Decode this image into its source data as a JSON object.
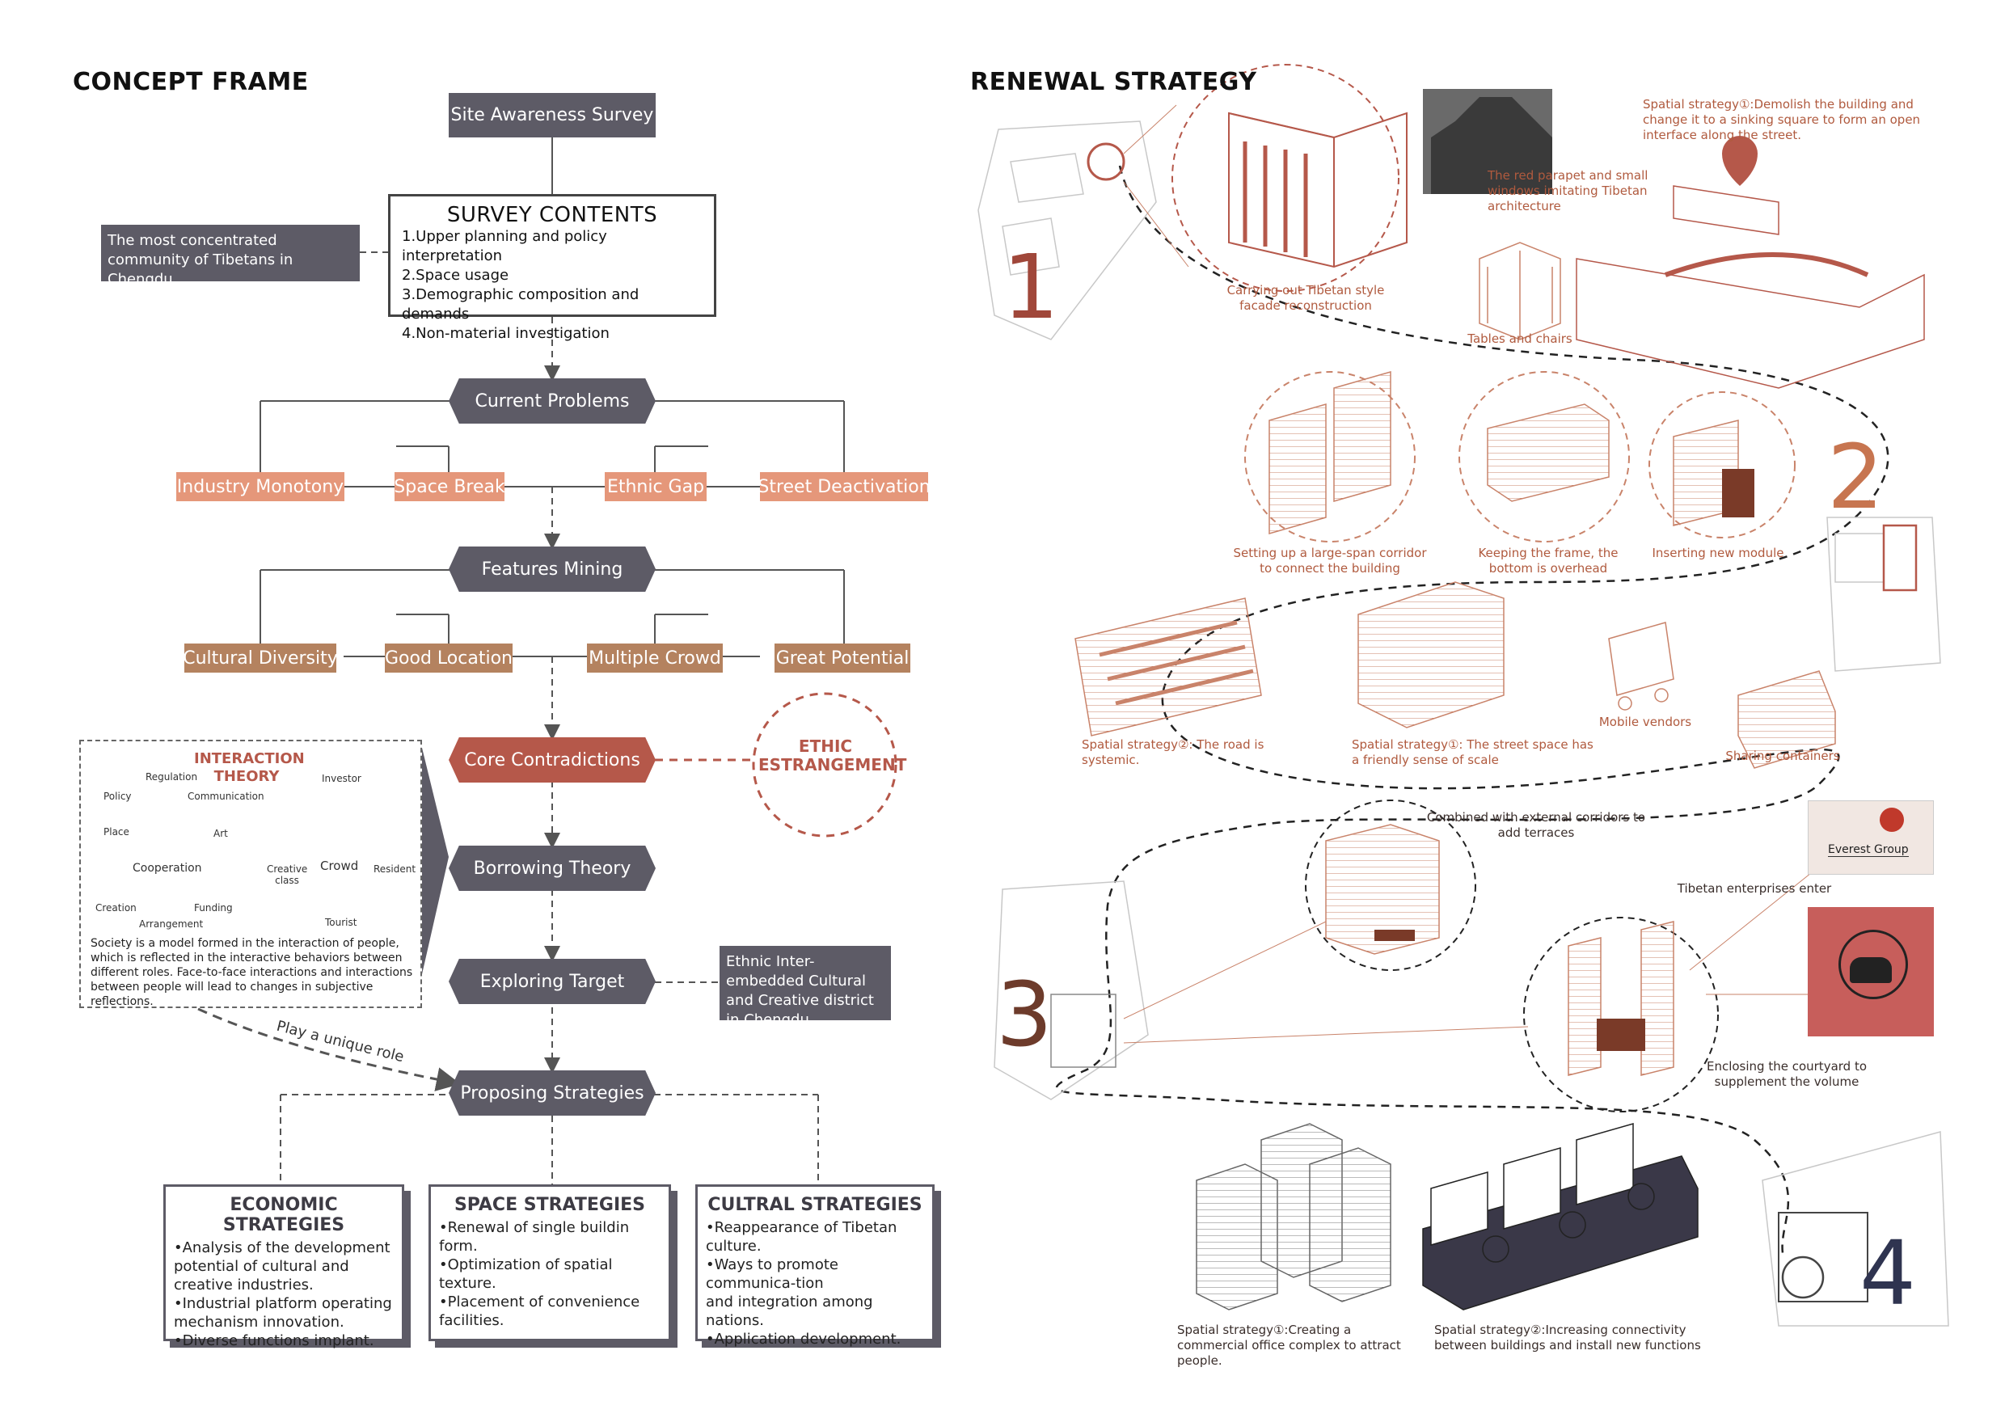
{
  "left_panel": {
    "title": "CONCEPT FRAME",
    "site_survey": "Site Awareness Survey",
    "community_note": "The most concentrated community of Tibetans in Chengdu",
    "survey_contents": {
      "title": "SURVEY CONTENTS",
      "items": [
        "1.Upper planning and policy interpretation",
        "2.Space usage",
        "3.Demographic composition and demands",
        "4.Non-material investigation"
      ]
    },
    "current_problems": {
      "label": "Current Problems",
      "items": [
        "Industry Monotony",
        "Space Break",
        "Ethnic Gap",
        "Street Deactivation"
      ]
    },
    "features_mining": {
      "label": "Features Mining",
      "items": [
        "Cultural Diversity",
        "Good Location",
        "Multiple Crowd",
        "Great Potential"
      ]
    },
    "core_contradictions": "Core Contradictions",
    "ethic_estrangement": "ETHIC ESTRANGEMENT",
    "borrowing_theory": "Borrowing Theory",
    "exploring_target": "Exploring Target",
    "target_note": "Ethnic Inter-embedded Cultural and Creative district in Chengdu",
    "play_role": "Play a unique role",
    "proposing_strategies": "Proposing Strategies",
    "interaction_theory": {
      "title": "INTERACTION THEORY",
      "left_labels": [
        "Regulation",
        "Policy",
        "Communication",
        "Place",
        "Art",
        "Cooperation",
        "Creation",
        "Funding",
        "Arrangement"
      ],
      "right_labels": [
        "Investor",
        "Crowd",
        "Creative class",
        "Resident",
        "Tourist"
      ],
      "text": "Society is a model formed in the interaction of people, which is reflected in the interactive behaviors between different roles. Face-to-face interactions and interactions between people will lead to changes in subjective reflections."
    },
    "strategies": [
      {
        "title": "ECONOMIC STRATEGIES",
        "items": [
          "•Analysis of the development potential of cultural and creative industries.",
          "•Industrial platform operating mechanism innovation.",
          "•Diverse functions implant."
        ]
      },
      {
        "title": "SPACE STRATEGIES",
        "items": [
          "•Renewal of single buildin form.",
          "•Optimization of spatial texture.",
          "•Placement of convenience facilities."
        ]
      },
      {
        "title": "CULTRAL STRATEGIES",
        "items": [
          "•Reappearance of Tibetan culture.",
          "•Ways to promote communica-tion",
          "and integration among nations.",
          "•Application development."
        ]
      }
    ]
  },
  "right_panel": {
    "title": "RENEWAL STRATEGY",
    "numbers": [
      "1",
      "2",
      "3",
      "4"
    ],
    "captions": {
      "c1_spatial": "Spatial strategy①:Demolish the building and change it to a sinking square to form an open interface along the street.",
      "c1_parapet": "The red parapet and small windows imitating Tibetan architecture",
      "c1_facade": "Carrying out Tibetan style facade reconstruction",
      "c1_tables": "Tables and chairs",
      "c2_corridor": "Setting up a large-span corridor to connect the building",
      "c2_frame": "Keeping the frame, the bottom is overhead",
      "c2_module": "Inserting new module",
      "c2_road": "Spatial strategy②:  The road is systemic.",
      "c2_street": "Spatial strategy①:  The street space has a friendly sense of scale",
      "c2_vendors": "Mobile vendors",
      "c2_containers": "Sharing containers",
      "c3_terraces": "Combined with external corridors to add terraces",
      "c3_enterprises": "Tibetan enterprises enter",
      "c3_everest": "Everest  Group",
      "c3_courtyard": "Enclosing the courtyard to supplement the volume",
      "c4_commercial": "Spatial strategy①:Creating a commercial office complex to attract people.",
      "c4_connectivity": "Spatial strategy②:Increasing connectivity between buildings and install new functions"
    }
  },
  "colors": {
    "dark_box": "#5d5b66",
    "red_box": "#b5584a",
    "orange_box": "#e5977a",
    "brown_box": "#b4825f",
    "accent_red": "#b5584a",
    "line_art": "#c9836a"
  }
}
